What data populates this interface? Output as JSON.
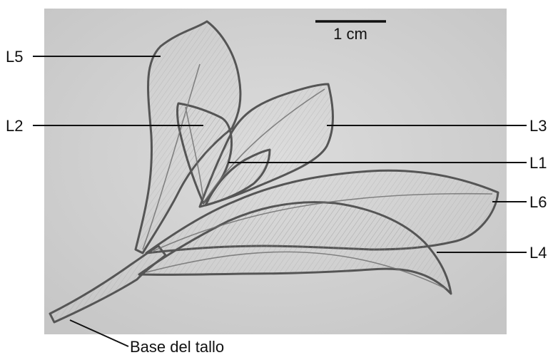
{
  "scale_bar": {
    "label": "1 cm"
  },
  "labels": {
    "l1": "L1",
    "l2": "L2",
    "l3": "L3",
    "l4": "L4",
    "l5": "L5",
    "l6": "L6",
    "stem_base": "Base del tallo"
  },
  "colors": {
    "paper": "#d2d2d2",
    "pencil": "#555555",
    "leader": "#111111"
  }
}
